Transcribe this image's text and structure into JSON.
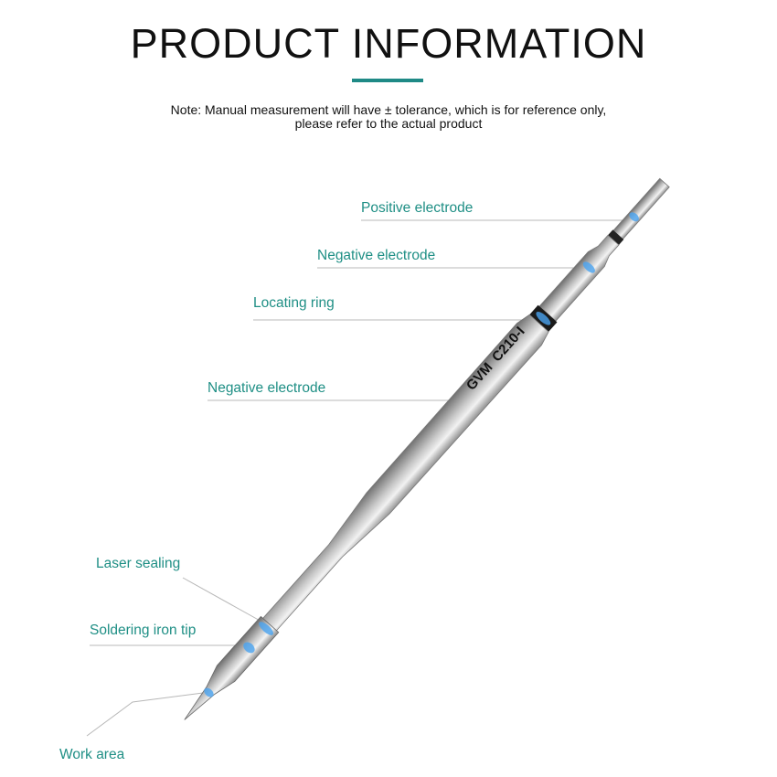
{
  "header": {
    "title": "PRODUCT INFORMATION",
    "note_line1": "Note: Manual measurement will have ± tolerance, which is for reference only,",
    "note_line2": "please refer to the actual product"
  },
  "product": {
    "brand": "GVM",
    "model": "C210-I"
  },
  "labels": {
    "positive_electrode": "Positive electrode",
    "negative_electrode_1": "Negative electrode",
    "locating_ring": "Locating ring",
    "negative_electrode_2": "Negative electrode",
    "laser_sealing": "Laser sealing",
    "soldering_iron_tip": "Soldering iron tip",
    "work_area": "Work area"
  },
  "colors": {
    "accent": "#1f8f85",
    "marker": "#4aa3ef"
  }
}
